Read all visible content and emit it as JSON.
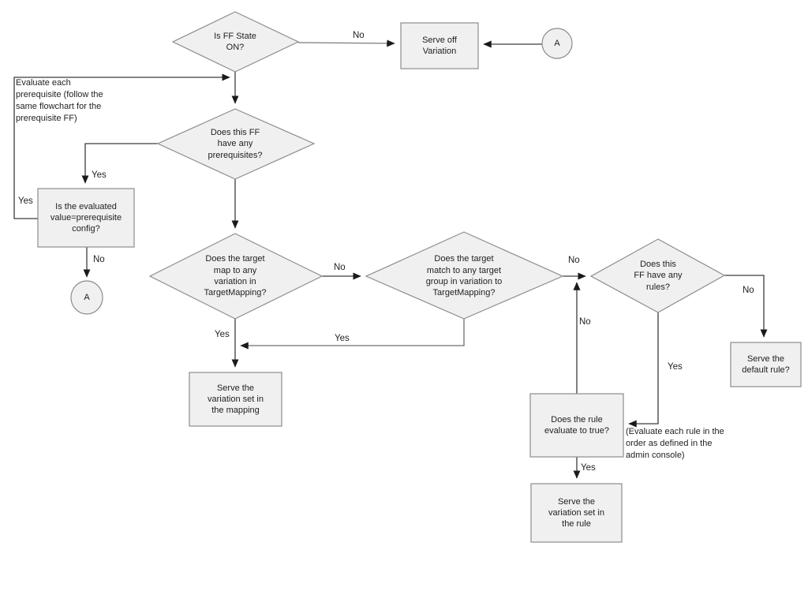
{
  "colors": {
    "background": "#ffffff",
    "node_fill": "#f0f0f0",
    "node_stroke": "#8c8c8c",
    "connector": "#3c3c3c",
    "text": "#1f1f1f"
  },
  "nodes": {
    "ff_state": {
      "type": "decision",
      "label": "Is FF State\nON?"
    },
    "serve_off_variation": {
      "type": "process",
      "label": "Serve off\nVariation"
    },
    "connector_a_top": {
      "type": "connector",
      "label": "A"
    },
    "has_prerequisites": {
      "type": "decision",
      "label": "Does this FF\nhave any\nprerequisites?"
    },
    "prereq_config": {
      "type": "process",
      "label": "Is the evaluated\nvalue=prerequisite\nconfig?"
    },
    "connector_a_bottom": {
      "type": "connector",
      "label": "A"
    },
    "target_mapping": {
      "type": "decision",
      "label": "Does the target\nmap to any\nvariation in\nTargetMapping?"
    },
    "target_group": {
      "type": "decision",
      "label": "Does the target\nmatch to any target\ngroup in variation to\nTargetMapping?"
    },
    "has_rules": {
      "type": "decision",
      "label": "Does this\nFF have any\nrules?"
    },
    "serve_default_rule": {
      "type": "process",
      "label": "Serve the\ndefault rule?"
    },
    "rule_evaluates_true": {
      "type": "process",
      "label": "Does the rule\nevaluate to true?"
    },
    "serve_rule_variation": {
      "type": "process",
      "label": "Serve the\nvariation set in\nthe rule"
    },
    "serve_mapping_variation": {
      "type": "process",
      "label": "Serve the\nvariation set in\nthe mapping"
    }
  },
  "notes": {
    "prerequisite_note": "Evaluate each\nprerequisite (follow the\nsame flowchart for the\nprerequisite FF)",
    "rule_order_note": "(Evaluate each rule in the\norder as defined in the\nadmin console)"
  },
  "edge_labels": {
    "ff_state_no": "No",
    "has_prereq_yes": "Yes",
    "prereq_loop_yes": "Yes",
    "prereq_config_no": "No",
    "target_map_no": "No",
    "target_map_yes": "Yes",
    "target_group_yes": "Yes",
    "target_group_no": "No",
    "rule_eval_no": "No",
    "has_rules_no": "No",
    "has_rules_yes": "Yes",
    "rule_eval_yes": "Yes"
  }
}
